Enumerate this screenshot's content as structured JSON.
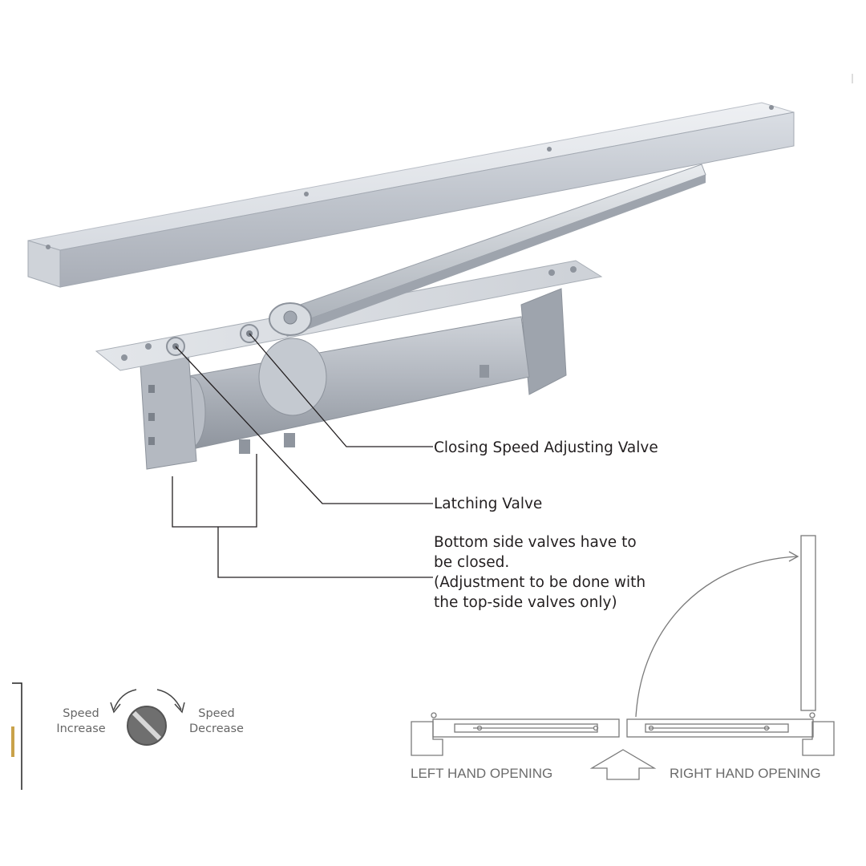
{
  "callouts": {
    "closing_speed": "Closing Speed Adjusting Valve",
    "latching": "Latching Valve",
    "bottom_note": [
      "Bottom side valves have to",
      "be closed.",
      "(Adjustment to be done with",
      "the top-side valves only)"
    ]
  },
  "speed_legend": {
    "increase": [
      "Speed",
      "Increase"
    ],
    "decrease": [
      "Speed",
      "Decrease"
    ],
    "icon": "adjusting-screw-icon"
  },
  "opening": {
    "left_label": "LEFT HAND OPENING",
    "right_label": "RIGHT HAND OPENING",
    "arrow_icon": "up-arrow-icon"
  },
  "colors": {
    "text": "#231f20",
    "leader": "#231f20",
    "aluminium_light": "#e4e7ec",
    "aluminium_mid": "#c3c8d0",
    "aluminium_dark": "#9ea4ad",
    "body_grey": "#aeb3ba",
    "outline_grey": "#8a8a8a"
  }
}
